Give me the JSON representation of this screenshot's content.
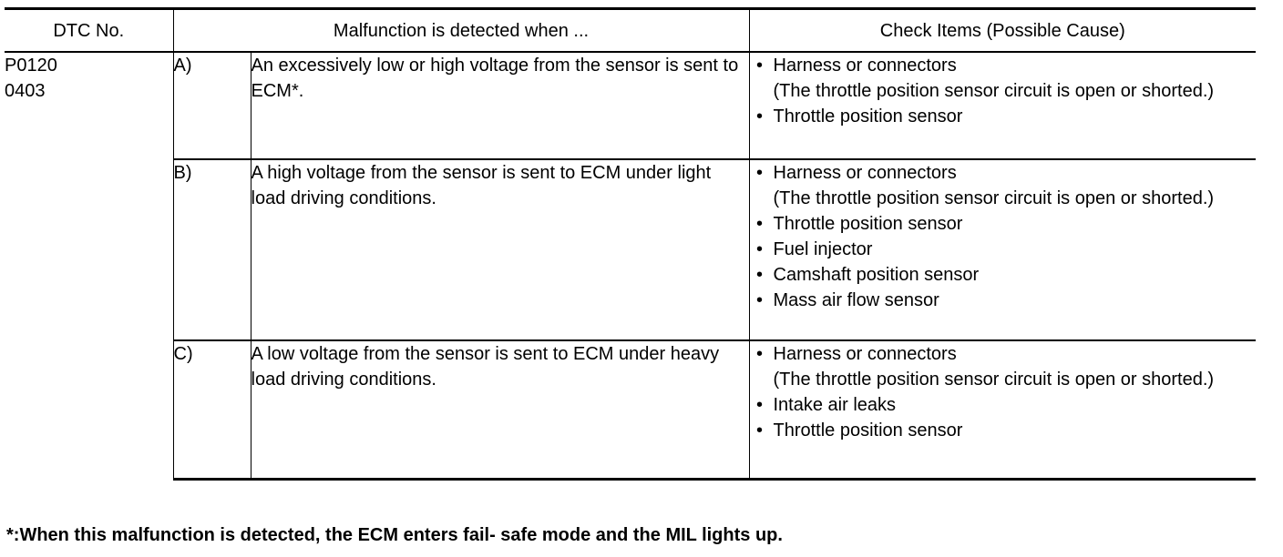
{
  "table": {
    "headers": {
      "dtc_no": "DTC No.",
      "malfunction": "Malfunction is detected when ...",
      "check_items": "Check Items (Possible Cause)"
    },
    "dtc_codes": [
      "P0120",
      "0403"
    ],
    "rows": [
      {
        "letter": "A)",
        "condition": "An excessively low or high voltage from the sensor is sent to ECM*.",
        "checks": [
          {
            "bullet": "•",
            "text": "Harness or connectors"
          },
          {
            "bullet": "",
            "text": "(The throttle position sensor circuit is open or shorted.)"
          },
          {
            "bullet": "•",
            "text": "Throttle position sensor"
          }
        ]
      },
      {
        "letter": "B)",
        "condition": "A high voltage from the sensor is sent to ECM under light load driving conditions.",
        "checks": [
          {
            "bullet": "•",
            "text": "Harness or connectors"
          },
          {
            "bullet": "",
            "text": "(The throttle position sensor circuit is open or shorted.)"
          },
          {
            "bullet": "•",
            "text": "Throttle position sensor"
          },
          {
            "bullet": "•",
            "text": "Fuel injector"
          },
          {
            "bullet": "•",
            "text": "Camshaft position sensor"
          },
          {
            "bullet": "•",
            "text": "Mass air flow sensor"
          }
        ]
      },
      {
        "letter": "C)",
        "condition": "A low voltage from the sensor is sent to ECM under heavy load driving conditions.",
        "checks": [
          {
            "bullet": "•",
            "text": "Harness or connectors"
          },
          {
            "bullet": "",
            "text": "(The throttle position sensor circuit is open or shorted.)"
          },
          {
            "bullet": "•",
            "text": "Intake air leaks"
          },
          {
            "bullet": "•",
            "text": "Throttle position sensor"
          }
        ]
      }
    ]
  },
  "footnote": "*:When this malfunction is detected, the ECM enters fail- safe mode and the MIL lights up."
}
